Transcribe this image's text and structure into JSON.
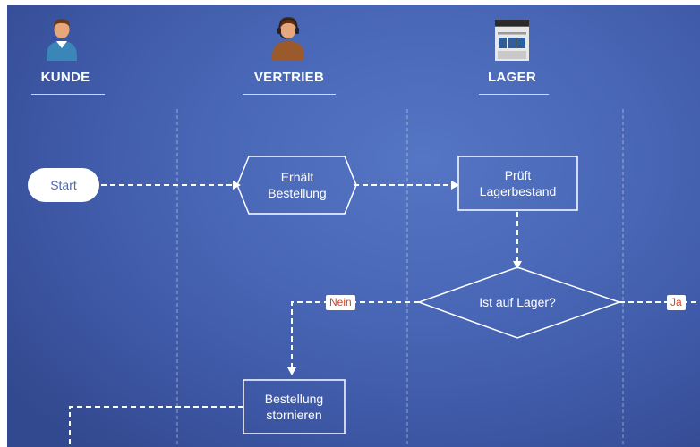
{
  "lanes": [
    {
      "id": "kunde",
      "title": "KUNDE",
      "icon": "customer-person-icon"
    },
    {
      "id": "vertrieb",
      "title": "VERTRIEB",
      "icon": "sales-headset-person-icon"
    },
    {
      "id": "lager",
      "title": "LAGER",
      "icon": "warehouse-icon"
    }
  ],
  "nodes": {
    "start": {
      "label": "Start"
    },
    "erhaelt": {
      "line1": "Erhält",
      "line2": "Bestellung"
    },
    "prueft": {
      "line1": "Prüft",
      "line2": "Lagerbestand"
    },
    "decision": {
      "label": "Ist auf Lager?"
    },
    "storno": {
      "line1": "Bestellung",
      "line2": "stornieren"
    }
  },
  "branches": {
    "no": "Nein",
    "yes": "Ja"
  },
  "colors": {
    "branch_label": "#d0442c",
    "line": "#ffffff",
    "background": "#4765b4"
  }
}
